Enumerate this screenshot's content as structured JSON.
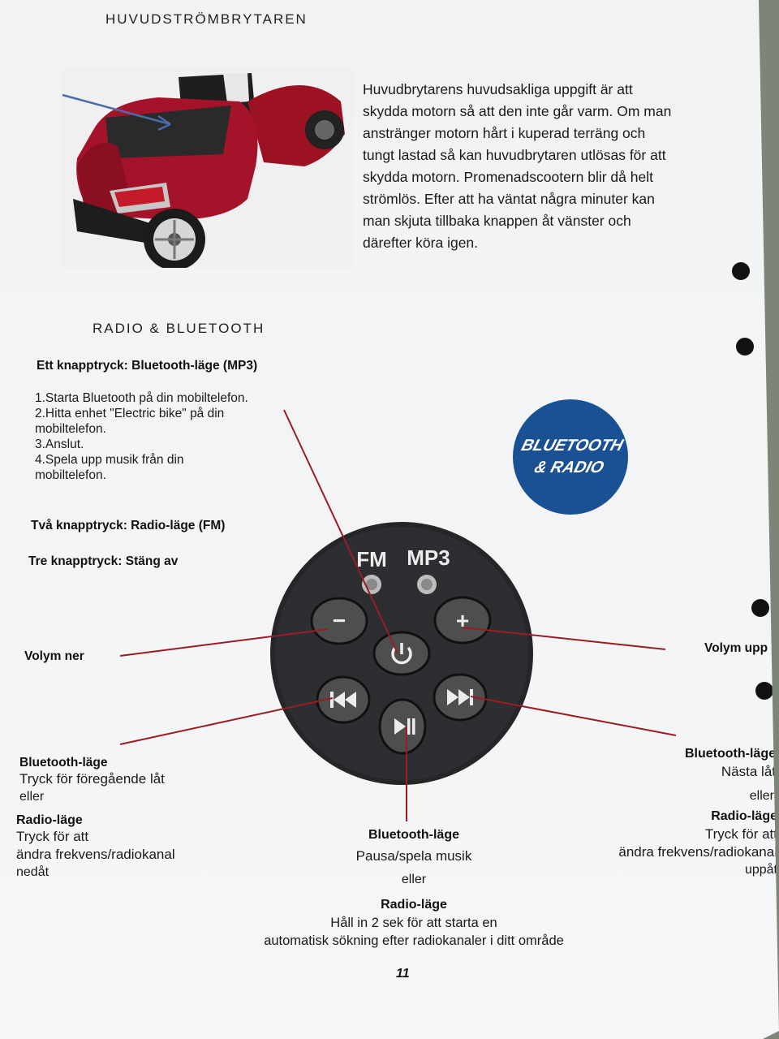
{
  "main_switch": {
    "heading": "HUVUDSTRÖMBRYTAREN",
    "paragraph": [
      "Huvudbrytarens huvudsakliga uppgift är att",
      "skydda motorn så att den inte går varm. Om man",
      "anstränger motorn hårt i kuperad terräng och",
      "tungt lastad så kan huvudbrytaren utlösas för att",
      "skydda motorn. Promenadscootern blir då helt",
      "strömlös. Efter att ha väntat några minuter kan",
      "man skjuta tillbaka knappen åt vänster och",
      "därefter köra igen."
    ]
  },
  "radio": {
    "heading": "RADIO & BLUETOOTH",
    "one_press_title": "Ett knapptryck: Bluetooth-läge (MP3)",
    "steps": [
      "1.Starta Bluetooth på din mobiltelefon.",
      "2.Hitta enhet \"Electric bike\" på din",
      "mobiltelefon.",
      "3.Anslut.",
      "4.Spela upp musik från din",
      "mobiltelefon."
    ],
    "two_press": "Två knapptryck: Radio-läge (FM)",
    "three_press": "Tre knapptryck: Stäng av",
    "badge_line1": "BLUETOOTH",
    "badge_line2": "& RADIO"
  },
  "controller": {
    "fm_label": "FM",
    "mp3_label": "MP3",
    "minus": "−",
    "plus": "+"
  },
  "labels": {
    "volume_down": "Volym ner",
    "volume_up": "Volym upp",
    "left_bt_title": "Bluetooth-läge",
    "left_bt_text_1": "Tryck för föregående låt",
    "left_or": "eller",
    "left_radio_title": "Radio-läge",
    "left_radio_text": [
      "Tryck för att",
      "ändra frekvens/radiokanal",
      "nedåt"
    ],
    "right_bt_title": "Bluetooth-läge",
    "right_bt_text": "Nästa låt",
    "right_or": "eller",
    "right_radio_title": "Radio-läge",
    "right_radio_text": [
      "Tryck för att",
      "ändra frekvens/radiokanal",
      "uppåt"
    ],
    "bottom_bt_title": "Bluetooth-läge",
    "bottom_bt_text": "Pausa/spela musik",
    "bottom_or": "eller",
    "bottom_radio_title": "Radio-läge",
    "bottom_radio_text_1": "Håll in 2 sek för att starta en",
    "bottom_radio_text_2": "automatisk sökning efter radiokanaler i ditt område"
  },
  "page_number": "11",
  "colors": {
    "line_red": "#9b1c22",
    "badge_blue": "#1a5194",
    "scooter_red": "#9c1222"
  }
}
